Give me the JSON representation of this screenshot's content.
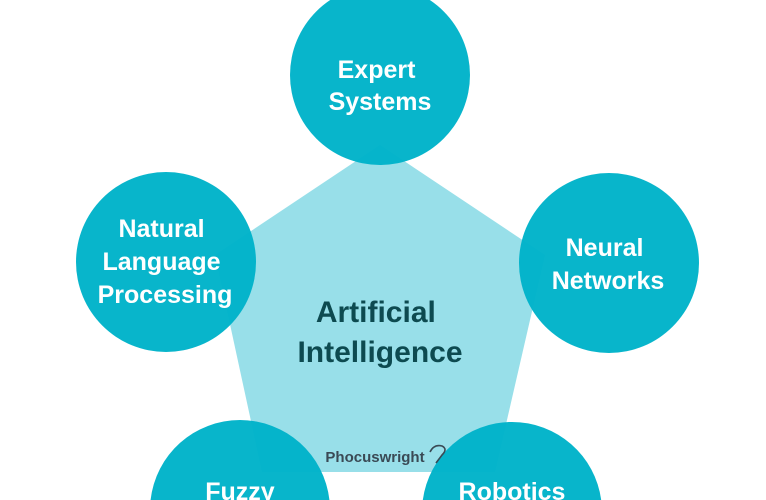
{
  "center": {
    "lines": [
      "Artificial",
      "Intelligence"
    ]
  },
  "nodes": [
    {
      "id": "expert-systems",
      "lines": [
        "Expert",
        "Systems"
      ]
    },
    {
      "id": "natural-language-processing",
      "lines": [
        "Natural",
        "Language",
        "Processing"
      ]
    },
    {
      "id": "neural-networks",
      "lines": [
        "Neural",
        "Networks"
      ]
    },
    {
      "id": "fuzzy-logic",
      "lines": [
        "Fuzzy"
      ]
    },
    {
      "id": "robotics",
      "lines": [
        "Robotics"
      ]
    }
  ],
  "logo": "Phocuswright",
  "colors": {
    "circle": "#00b3c9",
    "pentagon": "#98dfe9",
    "center_text": "#0d4a50"
  }
}
